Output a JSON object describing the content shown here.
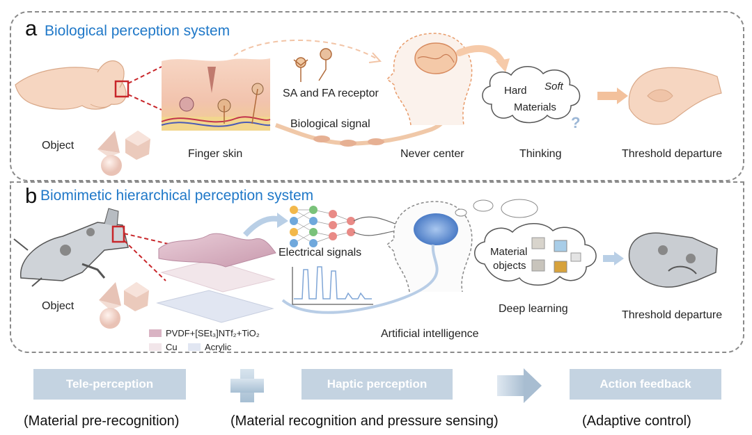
{
  "panel_a": {
    "letter": "a",
    "title": "Biological perception system",
    "labels": {
      "object": "Object",
      "finger_skin": "Finger skin",
      "receptor": "SA and FA receptor",
      "bio_signal": "Biological signal",
      "never_center": "Never center",
      "thinking": "Thinking",
      "threshold": "Threshold departure"
    },
    "cloud": {
      "hard": "Hard",
      "soft": "Soft",
      "materials": "Materials",
      "question": "?"
    }
  },
  "panel_b": {
    "letter": "b",
    "title": "Biomimetic hierarchical perception system",
    "labels": {
      "object": "Object",
      "electrical": "Electrical signals",
      "ai": "Artificial intelligence",
      "deep_learning": "Deep learning",
      "threshold": "Threshold departure",
      "material_objects_1": "Material",
      "material_objects_2": "objects"
    },
    "legend": {
      "pvdf": "PVDF+[SEt₃]NTf₂+TiO₂",
      "cu": "Cu",
      "acrylic": "Acrylic"
    }
  },
  "flow": {
    "steps": [
      {
        "label": "Tele-perception",
        "caption": "(Material pre-recognition)"
      },
      {
        "label": "Haptic perception",
        "caption": "(Material recognition and pressure sensing)"
      },
      {
        "label": "Action feedback",
        "caption": "(Adaptive control)"
      }
    ]
  },
  "colors": {
    "title_blue": "#1f78c8",
    "highlight_red": "#c8262a",
    "flow_box": "#c4d3e1",
    "skin_tone": "#f4c9a8",
    "nerve_orange": "#e7a77a",
    "sensor_pink": "#d9b3c3",
    "brain_blue": "#5f8fd0"
  },
  "icons": [
    "hand-illustration",
    "robot-hand-illustration",
    "brain-icon",
    "head-profile-icon",
    "neural-network-icon",
    "thought-cloud-icon",
    "arrow-icon",
    "plus-icon"
  ]
}
